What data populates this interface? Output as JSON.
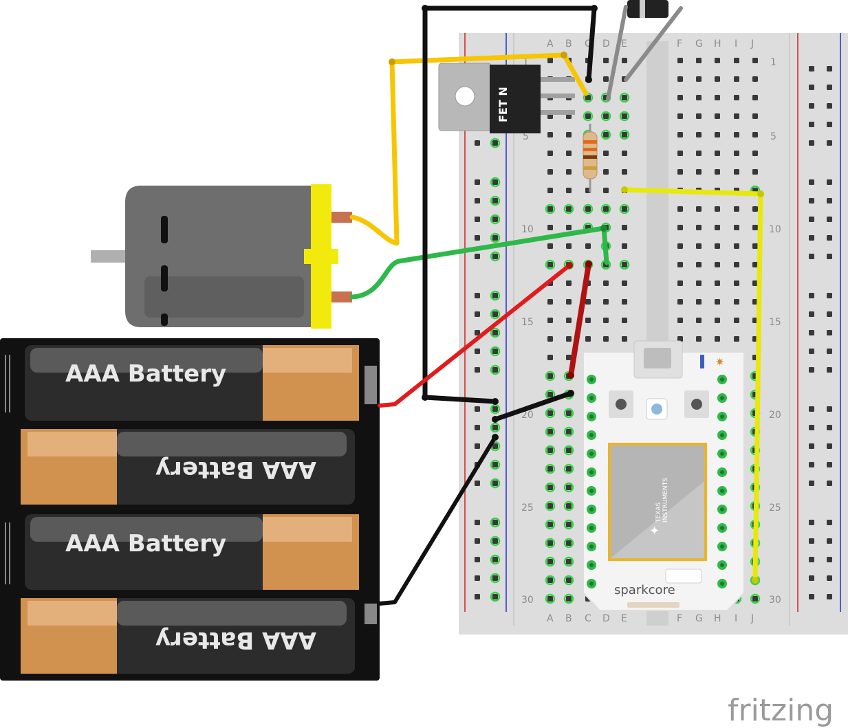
{
  "breadboard": {
    "columns_left": [
      "A",
      "B",
      "C",
      "D",
      "E"
    ],
    "columns_right": [
      "F",
      "G",
      "H",
      "I",
      "J"
    ],
    "row_numbers": [
      "1",
      "5",
      "10",
      "15",
      "20",
      "25",
      "30"
    ]
  },
  "mosfet": {
    "label": "FET N"
  },
  "battery_pack": {
    "cells": [
      {
        "label": "AAA Battery",
        "flipped": false
      },
      {
        "label": "AAA Battery",
        "flipped": true
      },
      {
        "label": "AAA Battery",
        "flipped": false
      },
      {
        "label": "AAA Battery",
        "flipped": true
      }
    ]
  },
  "board": {
    "name": "sparkcore",
    "chip_brand_line1": "TEXAS",
    "chip_brand_line2": "INSTRUMENTS"
  },
  "watermark": "fritzing",
  "colors": {
    "wire_yellow": "#f7c600",
    "wire_bright_yellow": "#e8e80a",
    "wire_green": "#2fb84a",
    "wire_red": "#e21c1c",
    "wire_dark_red": "#b01212",
    "wire_black": "#111111",
    "wire_gray": "#8a8a8a",
    "breadboard": "#dcdcdc",
    "motor_yellow": "#f2ea0c"
  }
}
